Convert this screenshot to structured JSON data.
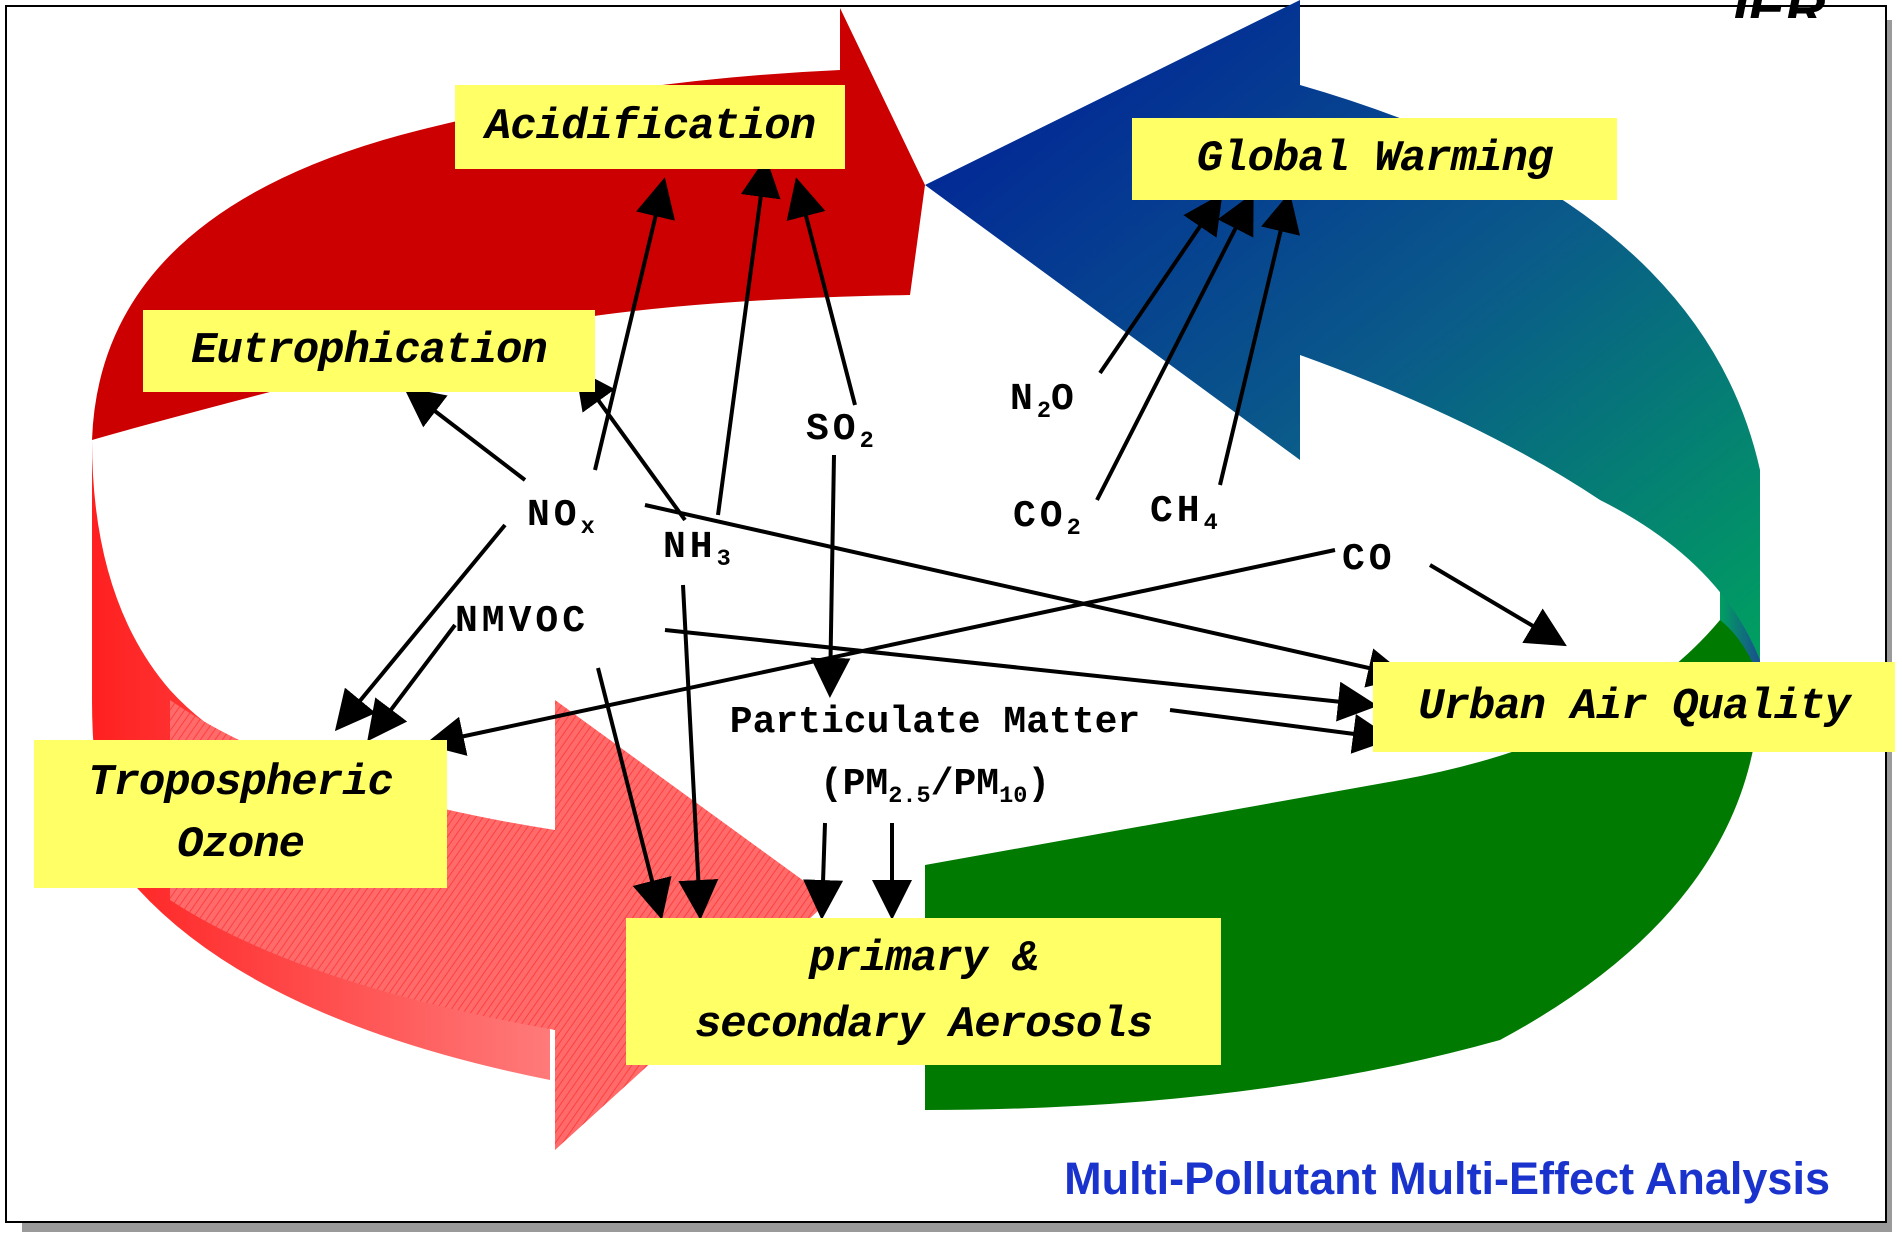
{
  "effects": {
    "acidification": "Acidification",
    "global_warming": "Global Warming",
    "eutrophication": "Eutrophication",
    "urban_air_quality": "Urban Air Quality",
    "tropospheric_ozone_line1": "Tropospheric",
    "tropospheric_ozone_line2": "Ozone",
    "aerosols_line1": "primary &",
    "aerosols_line2": "secondary Aerosols"
  },
  "pollutants": {
    "so2": {
      "base": "SO",
      "sub": "2"
    },
    "n2o": {
      "base1": "N",
      "sub": "2",
      "base2": "O"
    },
    "nox": {
      "base": "NO",
      "sub": "x"
    },
    "nh3": {
      "base": "NH",
      "sub": "3"
    },
    "co2": {
      "base": "CO",
      "sub": "2"
    },
    "ch4": {
      "base": "CH",
      "sub": "4"
    },
    "co": "CO",
    "nmvoc": "NMVOC",
    "pm_line1": "Particulate Matter",
    "pm_line2": {
      "open": "(PM",
      "sub1": "2.5",
      "mid": "/PM",
      "sub2": "10",
      "close": ")"
    }
  },
  "caption": "Multi-Pollutant Multi-Effect Analysis",
  "logo_text": "IER",
  "colors": {
    "yellow_box": "#ffff66",
    "red_arrow": "#cc0000",
    "light_red_arrow": "#ff5050",
    "blue_arrow": "#001a99",
    "teal_arrow": "#008080",
    "green_arrow": "#007a00",
    "caption_blue": "#1a33cc"
  }
}
